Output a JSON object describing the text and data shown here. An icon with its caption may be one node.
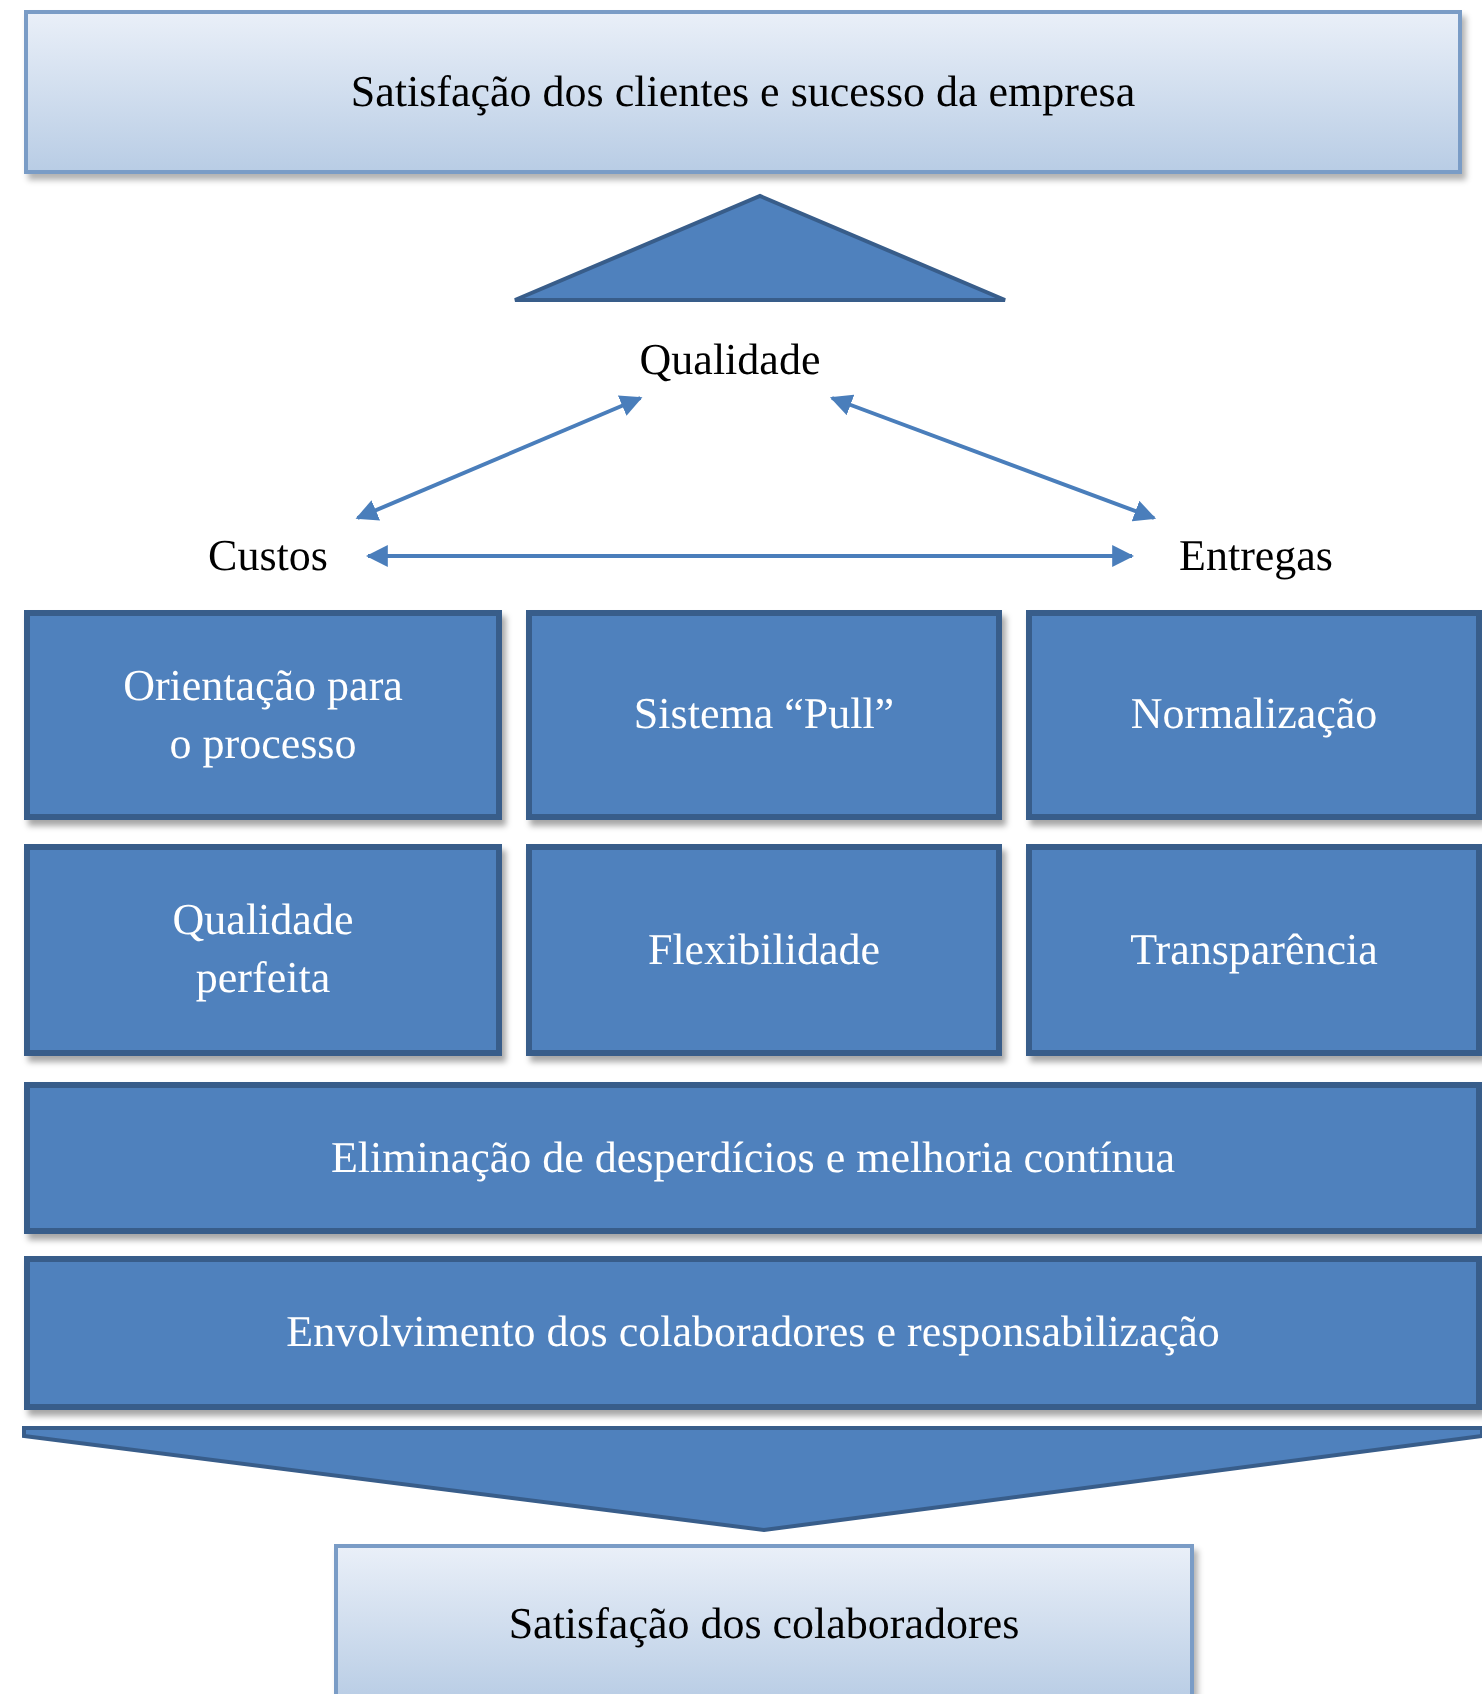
{
  "diagram": {
    "nodes": [
      {
        "text": [
          "Satisfação dos clientes e sucesso da empresa"
        ]
      },
      {
        "text": [],
        "shape": "triangle"
      },
      {
        "text": [
          "Qualidade"
        ]
      },
      {
        "text": [
          "Custos"
        ]
      },
      {
        "text": [
          "Entregas"
        ]
      },
      {
        "text": [
          "Orientação para o processo"
        ]
      },
      {
        "text": [
          "Sistema “Pull”"
        ]
      },
      {
        "text": [
          "Normalização"
        ]
      },
      {
        "text": [
          "Qualidade perfeita"
        ]
      },
      {
        "text": [
          "Flexibilidade"
        ]
      },
      {
        "text": [
          "Transparência"
        ]
      },
      {
        "text": [
          "Eliminação de desperdícios e melhoria contínua"
        ]
      },
      {
        "text": [
          "Envolvimento dos colaboradores e responsabilização"
        ]
      },
      {
        "text": [
          "Satisfação dos colaboradores"
        ]
      }
    ],
    "edges": [
      {
        "from": 2,
        "to": 3,
        "arrow": "both"
      },
      {
        "from": 2,
        "to": 4,
        "arrow": "both"
      },
      {
        "from": 3,
        "to": 4,
        "arrow": "both"
      },
      {
        "from": 12,
        "to": 13,
        "arrow": "to",
        "style": "thick"
      }
    ]
  }
}
